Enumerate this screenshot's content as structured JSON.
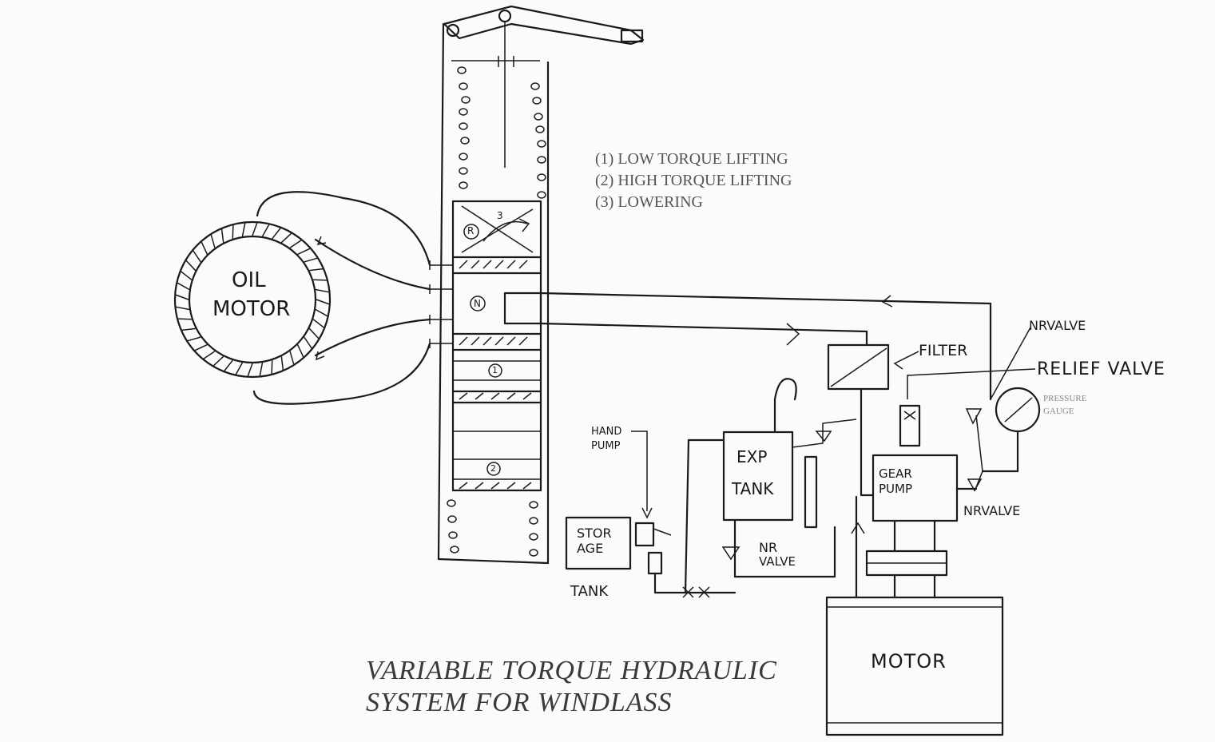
{
  "legend": {
    "item1": "(1) LOW TORQUE LIFTING",
    "item2": "(2) HIGH TORQUE LIFTING",
    "item3": "(3) LOWERING"
  },
  "title": {
    "line1": "VARIABLE TORQUE HYDRAULIC",
    "line2": "SYSTEM FOR WINDLASS"
  },
  "labels": {
    "oil_motor_1": "OIL",
    "oil_motor_2": "MOTOR",
    "filter": "FILTER",
    "nr_valve_top": "NRVALVE",
    "relief_valve": "RELIEF VALVE",
    "pressure_gauge_1": "PRESSURE",
    "pressure_gauge_2": "GAUGE",
    "hand_pump_1": "HAND",
    "hand_pump_2": "PUMP",
    "exp_tank_1": "EXP",
    "exp_tank_2": "TANK",
    "gear_pump_1": "GEAR",
    "gear_pump_2": "PUMP",
    "nr_valve_right": "NRVALVE",
    "storage_1": "STOR",
    "storage_2": "AGE",
    "tank": "TANK",
    "nr_valve_bottom_1": "NR",
    "nr_valve_bottom_2": "VALVE",
    "motor": "MOTOR",
    "valve_pos_r": "R",
    "valve_pos_n": "N",
    "valve_pos_1": "1",
    "valve_pos_2": "2",
    "valve_pos_3": "3"
  }
}
